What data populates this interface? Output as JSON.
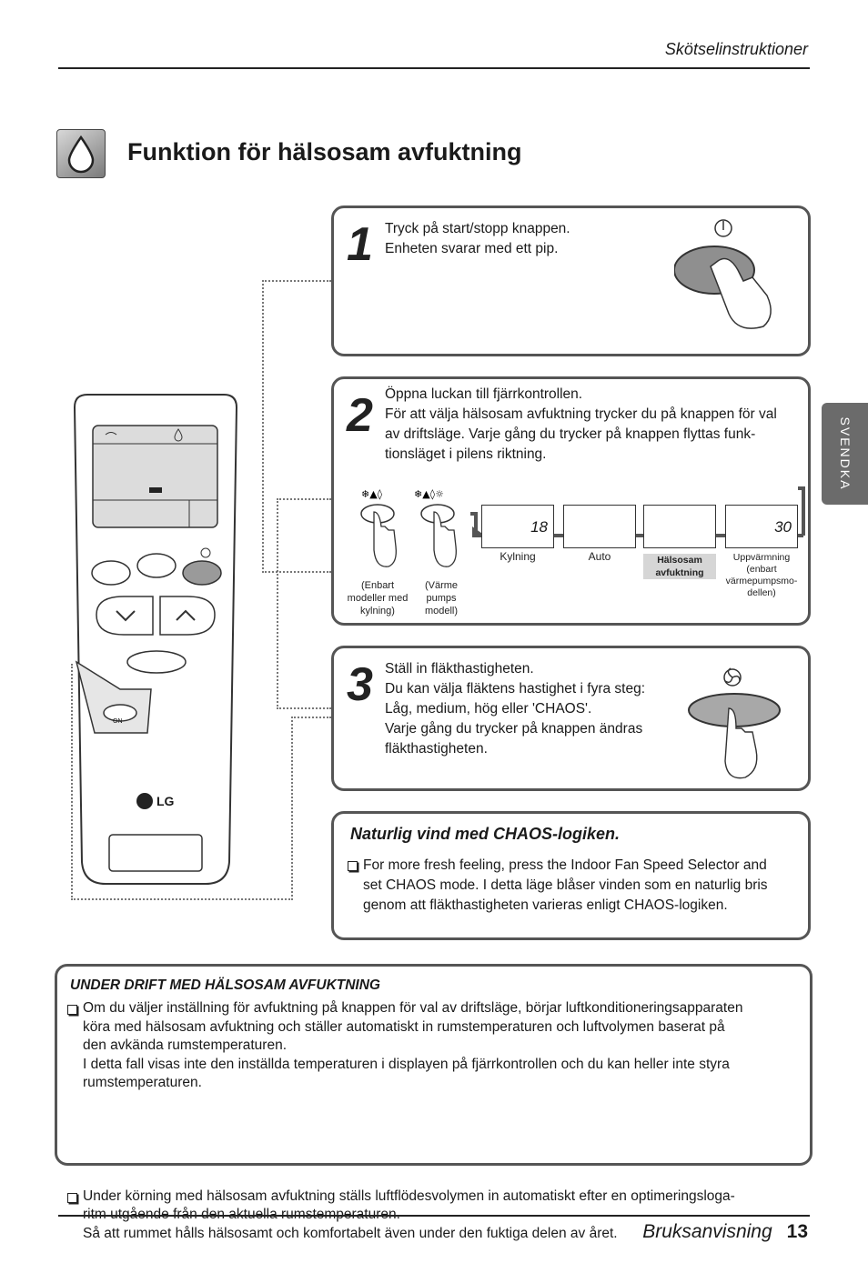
{
  "header": {
    "title": "Skötselinstruktioner"
  },
  "section": {
    "title": "Funktion för hälsosam avfuktning"
  },
  "side_tab": {
    "label": "SVENDKA"
  },
  "steps": [
    {
      "num": "1",
      "lines": [
        "Tryck på start/stopp knappen.",
        "Enheten svarar med ett pip."
      ]
    },
    {
      "num": "2",
      "lines": [
        "Öppna luckan till fjärrkontrollen.",
        "För att välja hälsosam avfuktning trycker du på knappen för val",
        "av driftsläge. Varje gång du trycker på knappen flyttas funk-",
        "tionsläget i pilens riktning."
      ]
    },
    {
      "num": "3",
      "lines": [
        "Ställ in fläkthastigheten.",
        "Du kan välja fläktens hastighet i fyra steg:",
        "Låg, medium, hög eller 'CHAOS'.",
        "Varje gång du trycker på knappen ändras",
        "fläkthastigheten."
      ]
    }
  ],
  "step2_figure": {
    "button_a_caption": [
      "(Enbart",
      "modeller med",
      "kylning)"
    ],
    "button_b_caption": [
      "(Värme",
      "pumps",
      "modell)"
    ],
    "modes": [
      {
        "label": [
          "Kylning"
        ],
        "temp": "18"
      },
      {
        "label": [
          "Auto"
        ],
        "temp": ""
      },
      {
        "label": [
          "Hälsosam",
          "avfuktning"
        ],
        "temp": ""
      },
      {
        "label": [
          "Uppvärmning",
          "(enbart",
          "värmepumpsmo-",
          "dellen)"
        ],
        "temp": "30"
      }
    ]
  },
  "remote": {
    "brand": "LG",
    "cover_label": "ON"
  },
  "chaos_note": {
    "title": "Naturlig vind med CHAOS-logiken.",
    "lines": [
      "For more fresh feeling, press the Indoor Fan Speed Selector and",
      "set CHAOS mode. I detta läge blåser vinden som en naturlig bris",
      "genom att fläkthastigheten varieras enligt CHAOS-logiken."
    ]
  },
  "under_drift": {
    "title": "UNDER DRIFT MED HÄLSOSAM AVFUKTNING",
    "bullet1": [
      "Om du väljer inställning för avfuktning på knappen för val av driftsläge, börjar luftkonditioneringsapparaten",
      "köra med hälsosam avfuktning och ställer automatiskt in rumstemperaturen och luftvolymen baserat på",
      "den avkända rumstemperaturen.",
      "I detta fall visas inte den inställda temperaturen i displayen på fjärrkontrollen och du kan heller inte styra",
      "rumstemperaturen."
    ],
    "bullet2": [
      "Under körning med hälsosam avfuktning ställs luftflödesvolymen in automatiskt efter en optimeringsloga-",
      "ritm utgående från den aktuella rumstemperaturen.",
      "Så att rummet hålls hälsosamt och komfortabelt även under den fuktiga delen av året."
    ]
  },
  "footer": {
    "label": "Bruksanvisning",
    "page": "13"
  }
}
